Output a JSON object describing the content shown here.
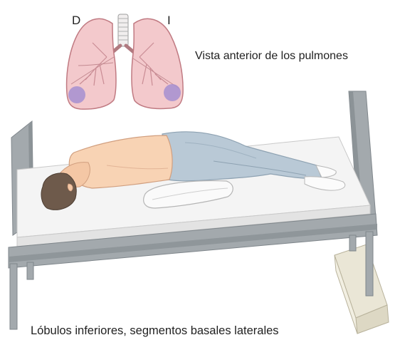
{
  "lungs": {
    "right_side_label": "D",
    "left_side_label": "I",
    "caption": "Vista anterior de los pulmones"
  },
  "caption_bottom": "Lóbulos inferiores, segmentos basales laterales",
  "colors": {
    "lung_fill": "#f3c9cc",
    "lung_stroke": "#c07a82",
    "segment_highlight": "#a58fd0",
    "skin": "#f8d3b4",
    "hair": "#6e5a4b",
    "pants": "#b9c9d6",
    "bed_frame": "#a3a9ad",
    "mattress": "#f4f4f4",
    "sheet_white": "#fafafa",
    "block": "#eae6d6"
  }
}
